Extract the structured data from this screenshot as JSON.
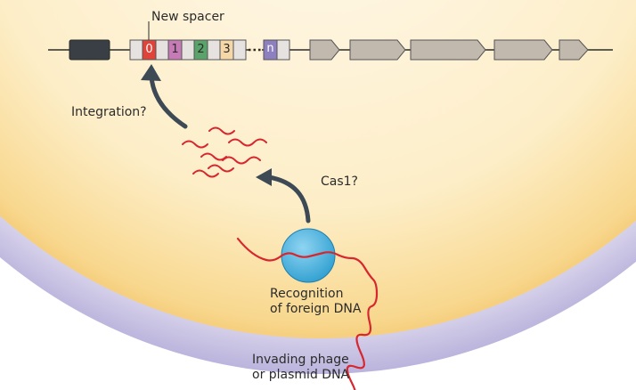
{
  "labels": {
    "new_spacer": "New spacer",
    "integration": "Integration?",
    "cas1": "Cas1?",
    "recognition_line1": "Recognition",
    "recognition_line2": "of foreign DNA",
    "invading_line1": "Invading phage",
    "invading_line2": "or plasmid DNA"
  },
  "spacers": [
    {
      "label": "0",
      "color": "#e0433a"
    },
    {
      "label": "1",
      "color": "#c77bb6"
    },
    {
      "label": "2",
      "color": "#5aa36a"
    },
    {
      "label": "3",
      "color": "#f6d8a8"
    },
    {
      "label": "n",
      "color": "#8e7fbf"
    }
  ],
  "colors": {
    "cell": "#fdeec8",
    "membrane": "#b9b2dc",
    "dna_red": "#d8262e",
    "arrow": "#3d4a55",
    "cas_protein": "#4fb6e0",
    "leader": "#3a3f45",
    "repeat": "#e6e2df",
    "cas_gene": "#c1b8ae"
  }
}
